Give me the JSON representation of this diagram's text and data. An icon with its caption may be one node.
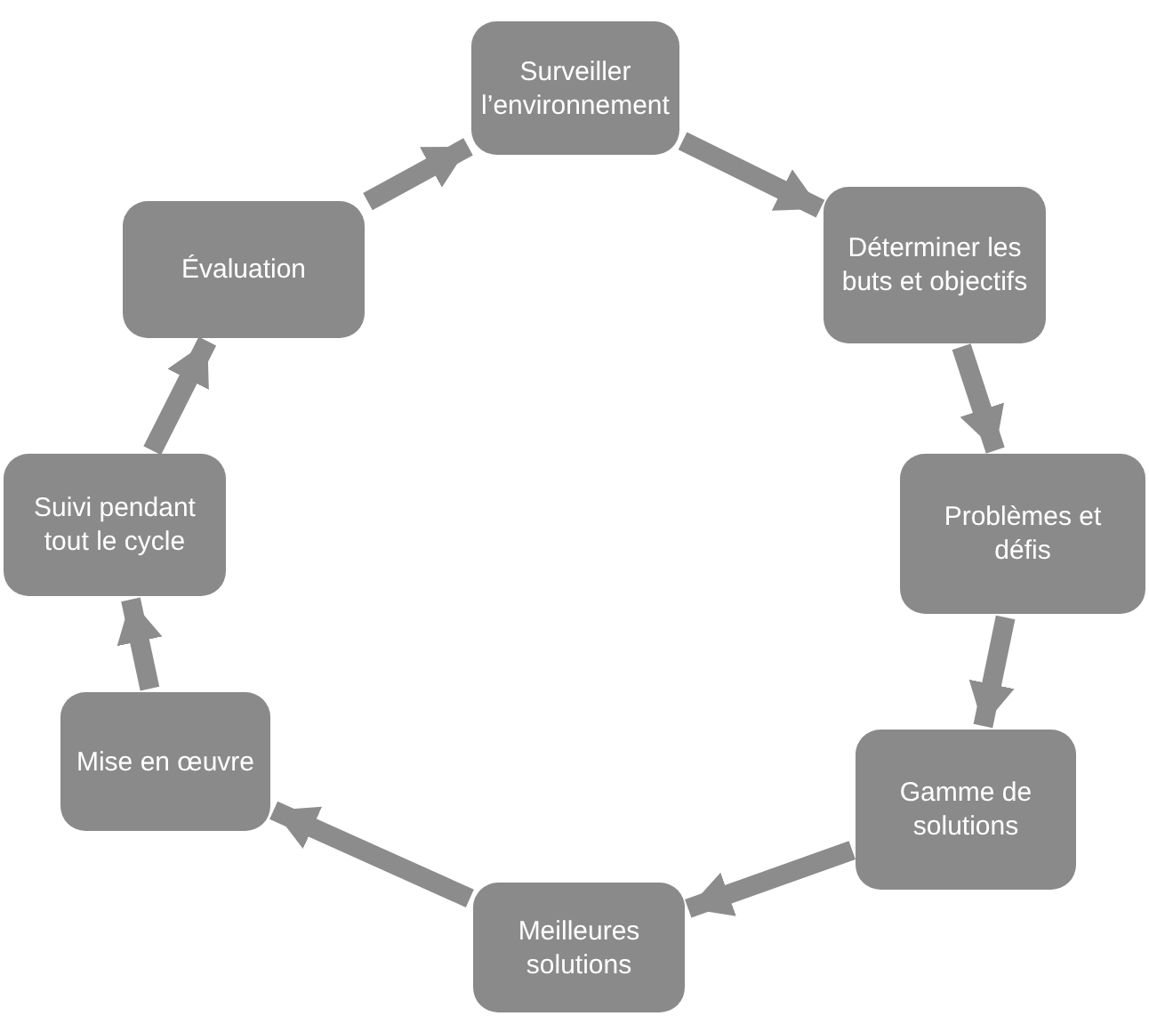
{
  "diagram": {
    "nodes": [
      {
        "text": [
          "Surveiller l’environnement"
        ]
      },
      {
        "text": [
          "Déterminer les buts et objectifs"
        ]
      },
      {
        "text": [
          "Problèmes et défis"
        ]
      },
      {
        "text": [
          "Gamme de solutions"
        ]
      },
      {
        "text": [
          "Meilleures solutions"
        ]
      },
      {
        "text": [
          "Mise en œuvre"
        ]
      },
      {
        "text": [
          "Suivi pendant tout le cycle"
        ]
      },
      {
        "text": [
          "Évaluation"
        ]
      }
    ],
    "edges": [
      {
        "from": 7,
        "to": 0,
        "arrow": "to"
      },
      {
        "from": 0,
        "to": 1,
        "arrow": "to"
      },
      {
        "from": 1,
        "to": 2,
        "arrow": "to"
      },
      {
        "from": 2,
        "to": 3,
        "arrow": "to"
      },
      {
        "from": 3,
        "to": 4,
        "arrow": "to"
      },
      {
        "from": 4,
        "to": 5,
        "arrow": "to"
      },
      {
        "from": 5,
        "to": 6,
        "arrow": "to"
      },
      {
        "from": 6,
        "to": 7,
        "arrow": "to"
      }
    ]
  }
}
